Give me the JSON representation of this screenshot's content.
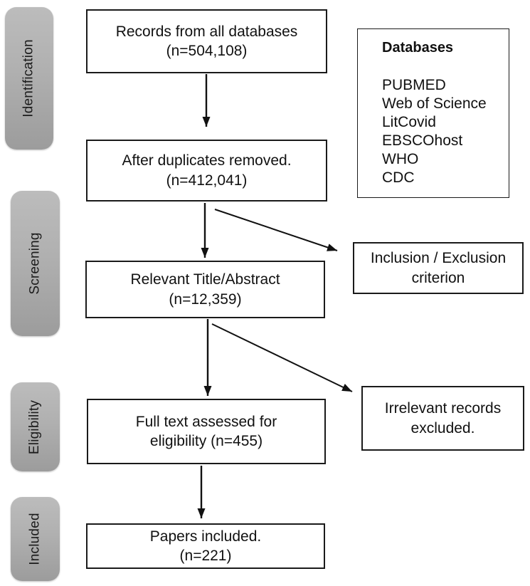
{
  "diagram": {
    "stages": [
      {
        "label": "Identification"
      },
      {
        "label": "Screening"
      },
      {
        "label": "Eligibility"
      },
      {
        "label": "Included"
      }
    ],
    "flow": [
      {
        "line1": "Records from all databases",
        "line2": "(n=504,108)"
      },
      {
        "line1": "After duplicates removed.",
        "line2": "(n=412,041)"
      },
      {
        "line1": "Relevant Title/Abstract",
        "line2": "(n=12,359)"
      },
      {
        "line1": "Full text assessed for",
        "line2": "eligibility (n=455)"
      },
      {
        "line1": "Papers included.",
        "line2": "(n=221)"
      }
    ],
    "databases": {
      "title": "Databases",
      "items": [
        "PUBMED",
        "Web of Science",
        "LitCovid",
        "EBSCOhost",
        "WHO",
        "CDC"
      ]
    },
    "criterion": {
      "line1": "Inclusion / Exclusion",
      "line2": "criterion"
    },
    "excluded": {
      "line1": "Irrelevant records",
      "line2": "excluded."
    }
  },
  "colors": {
    "background": "#ffffff",
    "box_border": "#1a1a1a",
    "text": "#111111",
    "stage_fill_top": "#bcbcbc",
    "stage_fill_bottom": "#9c9c9c",
    "arrow": "#111111"
  }
}
